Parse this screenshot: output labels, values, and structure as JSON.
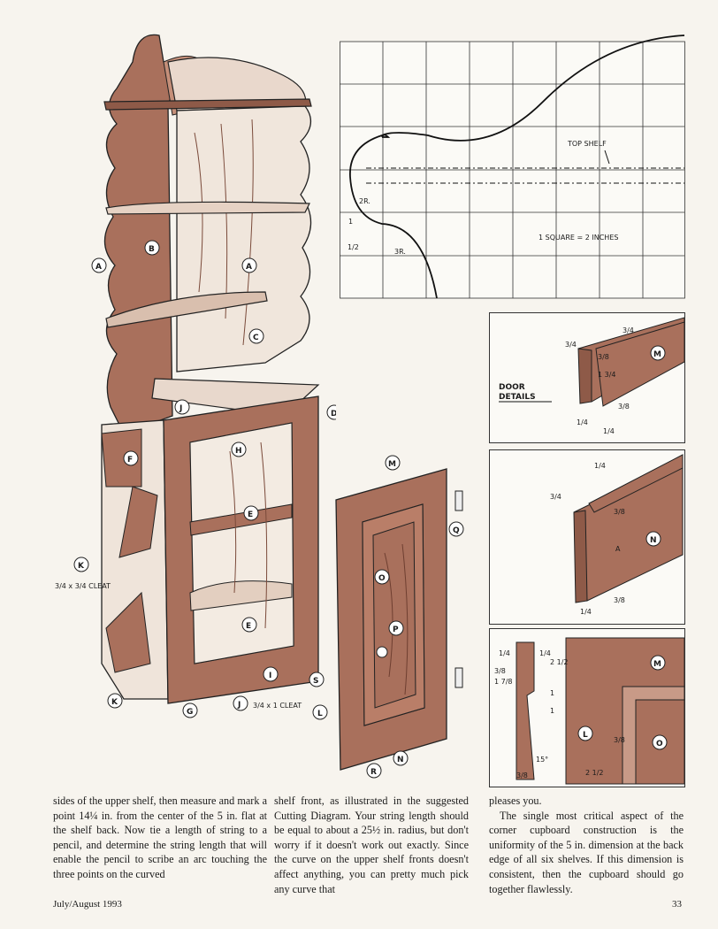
{
  "illustration": {
    "part_labels": [
      "A",
      "B",
      "C",
      "D",
      "E",
      "F",
      "G",
      "H",
      "I",
      "J",
      "K",
      "L",
      "M",
      "N",
      "O",
      "P",
      "Q",
      "R",
      "S"
    ],
    "cleat_left": "3/4 x 3/4 CLEAT",
    "cleat_bottom": "3/4 x 1 CLEAT"
  },
  "grid_diagram": {
    "top_shelf": "TOP SHELF",
    "scale_note": "1 SQUARE = 2 INCHES",
    "radius_small": "2R.",
    "radius_large": "3R.",
    "dim_1": "1",
    "dim_half": "1/2"
  },
  "door_details": {
    "title_line1": "DOOR",
    "title_line2": "DETAILS",
    "detail1": {
      "part": "M",
      "dims": [
        "3/4",
        "3/4",
        "3/8",
        "1 3/4",
        "3/8",
        "1/4",
        "1/4"
      ]
    },
    "detail2": {
      "part": "N",
      "dims": [
        "1/4",
        "3/4",
        "3/8",
        "A",
        "1/4",
        "3/8"
      ]
    },
    "detail3": {
      "parts": [
        "M",
        "L",
        "O"
      ],
      "dims": [
        "1/4",
        "1/4",
        "2 1/2",
        "3/8",
        "1 7/8",
        "1",
        "1",
        "15°",
        "3/8",
        "3/8",
        "2 1/2"
      ]
    }
  },
  "body": {
    "col1": "sides of the upper shelf, then measure and mark a point 14¼ in. from the center of the 5 in. flat at the shelf back. Now tie a length of string to a pencil, and determine the string length that will enable the pencil to scribe an arc touching the three points on the curved",
    "col2": "shelf front, as illustrated in the suggested Cutting Diagram. Your string length should be equal to about a 25½ in. radius, but don't worry if it doesn't work out exactly. Since the curve on the upper shelf fronts doesn't affect anything, you can pretty much pick any curve that",
    "col3_p1": "pleases you.",
    "col3_p2": "The single most critical aspect of the corner cupboard construction is the uniformity of the 5 in. dimension at the back edge of all six shelves. If this dimension is consistent, then the cupboard should go together flawlessly."
  },
  "footer": {
    "issue": "July/August 1993",
    "page_number": "33"
  }
}
